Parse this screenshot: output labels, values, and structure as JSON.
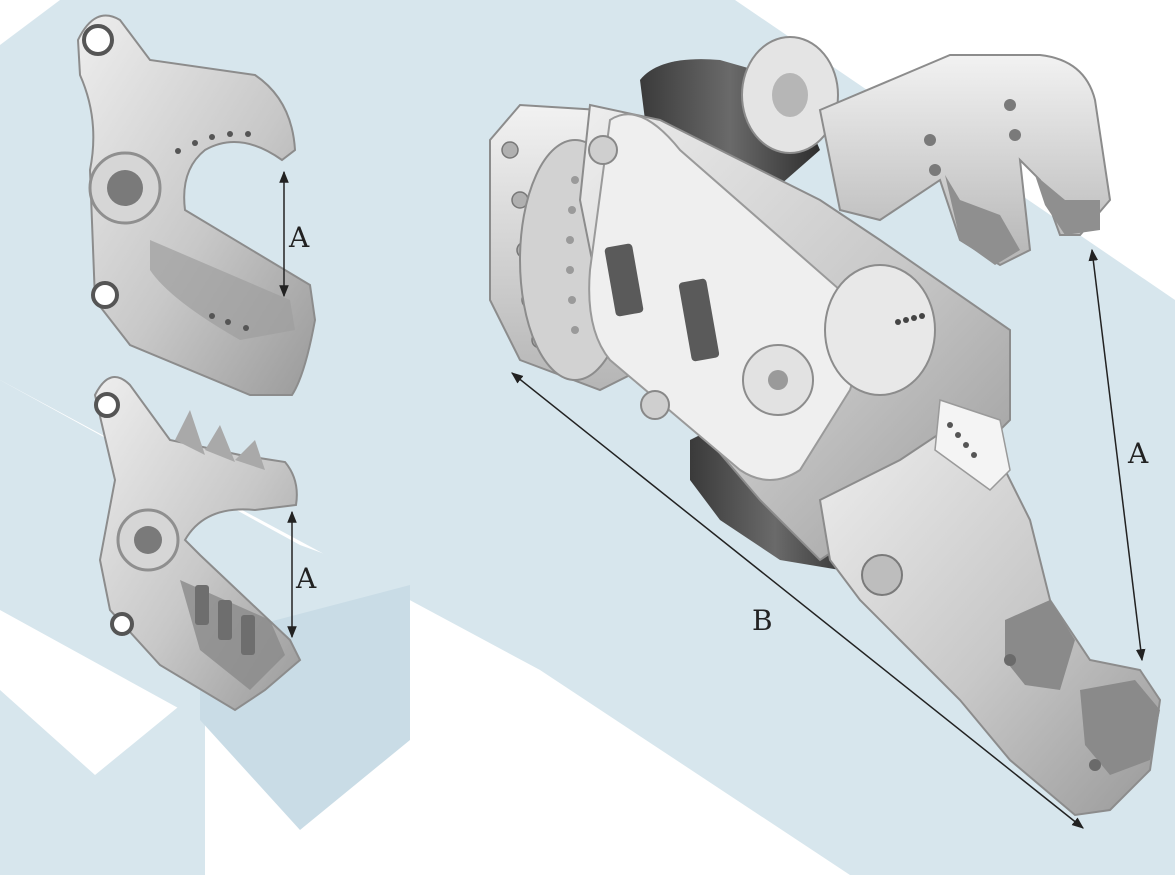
{
  "colors": {
    "background": "#ffffff",
    "backdrop": "#d7e6ed",
    "backdrop_dark": "#c4d9e3",
    "metal_light": "#e6e6e6",
    "metal_mid": "#c2c2c2",
    "metal_dark": "#8c8c8c",
    "rubber": "#4a4a4a",
    "dimension_line": "#222222"
  },
  "labels": {
    "top_jaw_gap": "A",
    "bottom_jaw_gap": "A",
    "main_jaw_gap": "A",
    "main_length": "B"
  }
}
